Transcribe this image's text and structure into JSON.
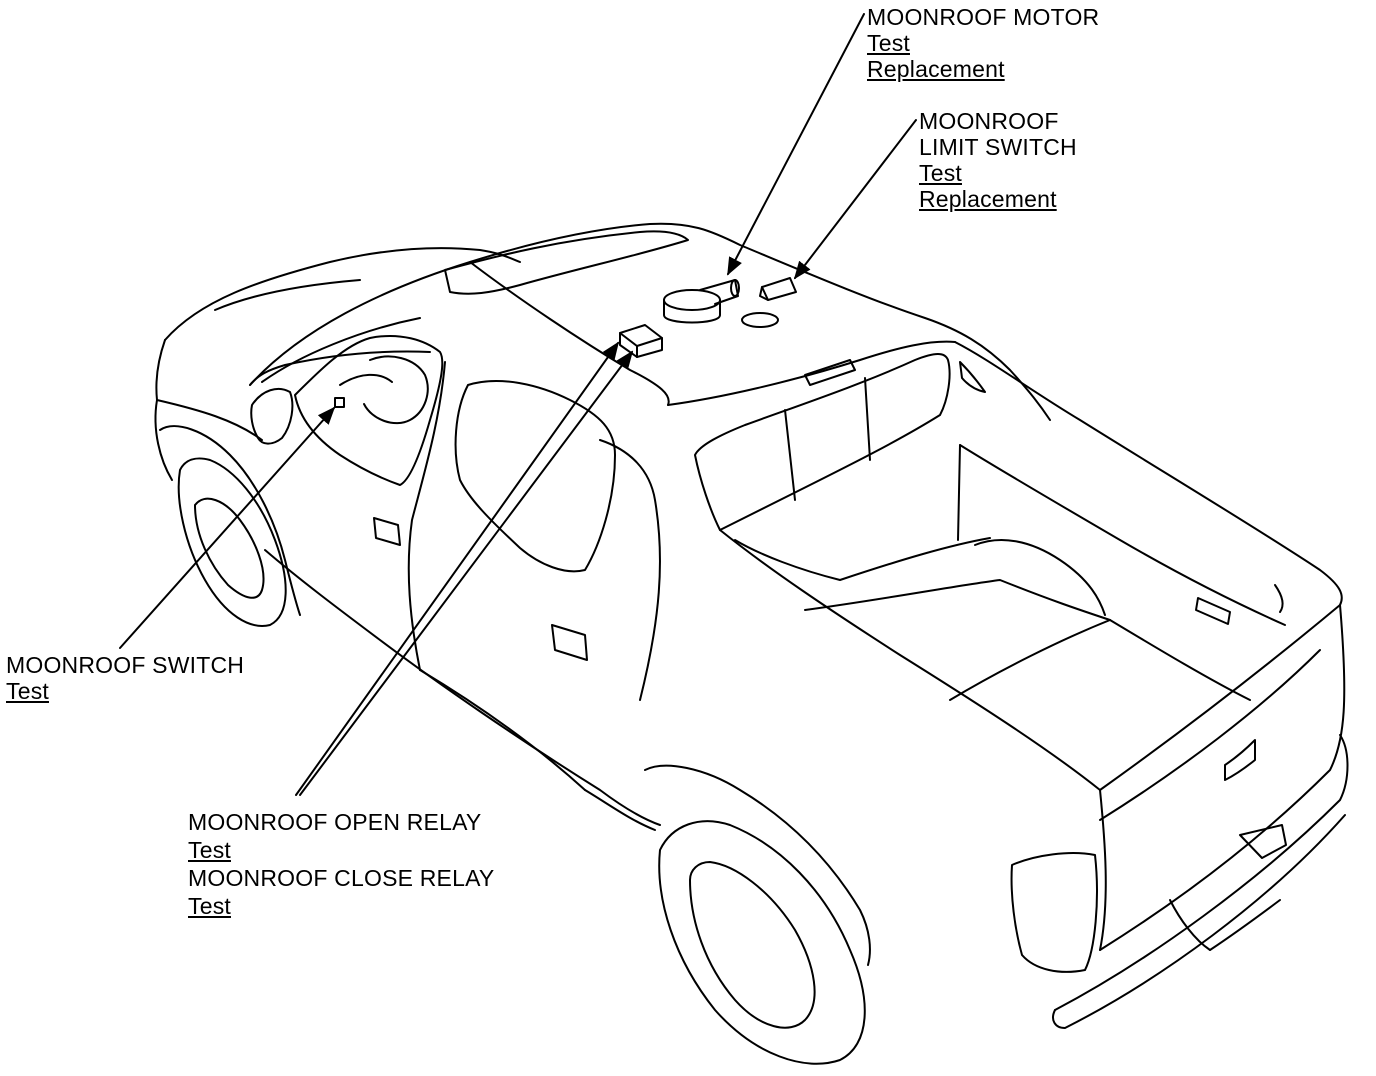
{
  "callouts": {
    "motor": {
      "title": "MOONROOF MOTOR",
      "links": [
        "Test",
        "Replacement"
      ]
    },
    "limit": {
      "title_line1": "MOONROOF",
      "title_line2": "LIMIT SWITCH",
      "links": [
        "Test",
        "Replacement"
      ]
    },
    "switch": {
      "title": "MOONROOF SWITCH",
      "links": [
        "Test"
      ]
    },
    "relays": {
      "open_title": "MOONROOF OPEN RELAY",
      "open_link": "Test",
      "close_title": "MOONROOF CLOSE RELAY",
      "close_link": "Test"
    }
  }
}
